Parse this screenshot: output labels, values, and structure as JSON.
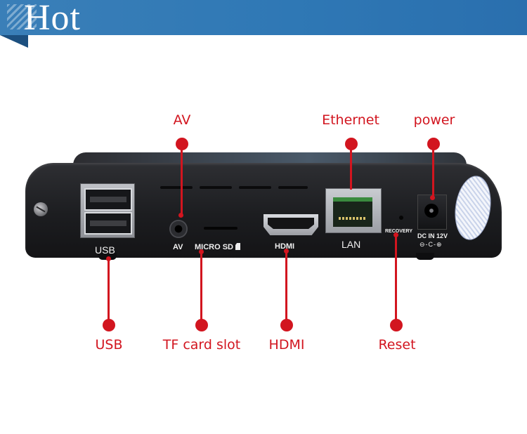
{
  "banner": {
    "title": "Hot"
  },
  "device": {
    "port_labels": {
      "usb": "USB",
      "av": "AV",
      "micro_sd": "MICRO SD",
      "hdmi": "HDMI",
      "lan": "LAN",
      "recovery": "RECOVERY",
      "dc_in": "DC IN 12V",
      "dc_symbols": "⊖-C-⊕"
    }
  },
  "callouts": {
    "top": {
      "av": "AV",
      "ethernet": "Ethernet",
      "power": "power"
    },
    "bottom": {
      "usb": "USB",
      "tf_card_slot": "TF card slot",
      "hdmi": "HDMI",
      "reset": "Reset"
    }
  },
  "colors": {
    "accent_red": "#d2151f",
    "banner_blue": "#2f78b5",
    "device_body": "#1c1d20"
  }
}
